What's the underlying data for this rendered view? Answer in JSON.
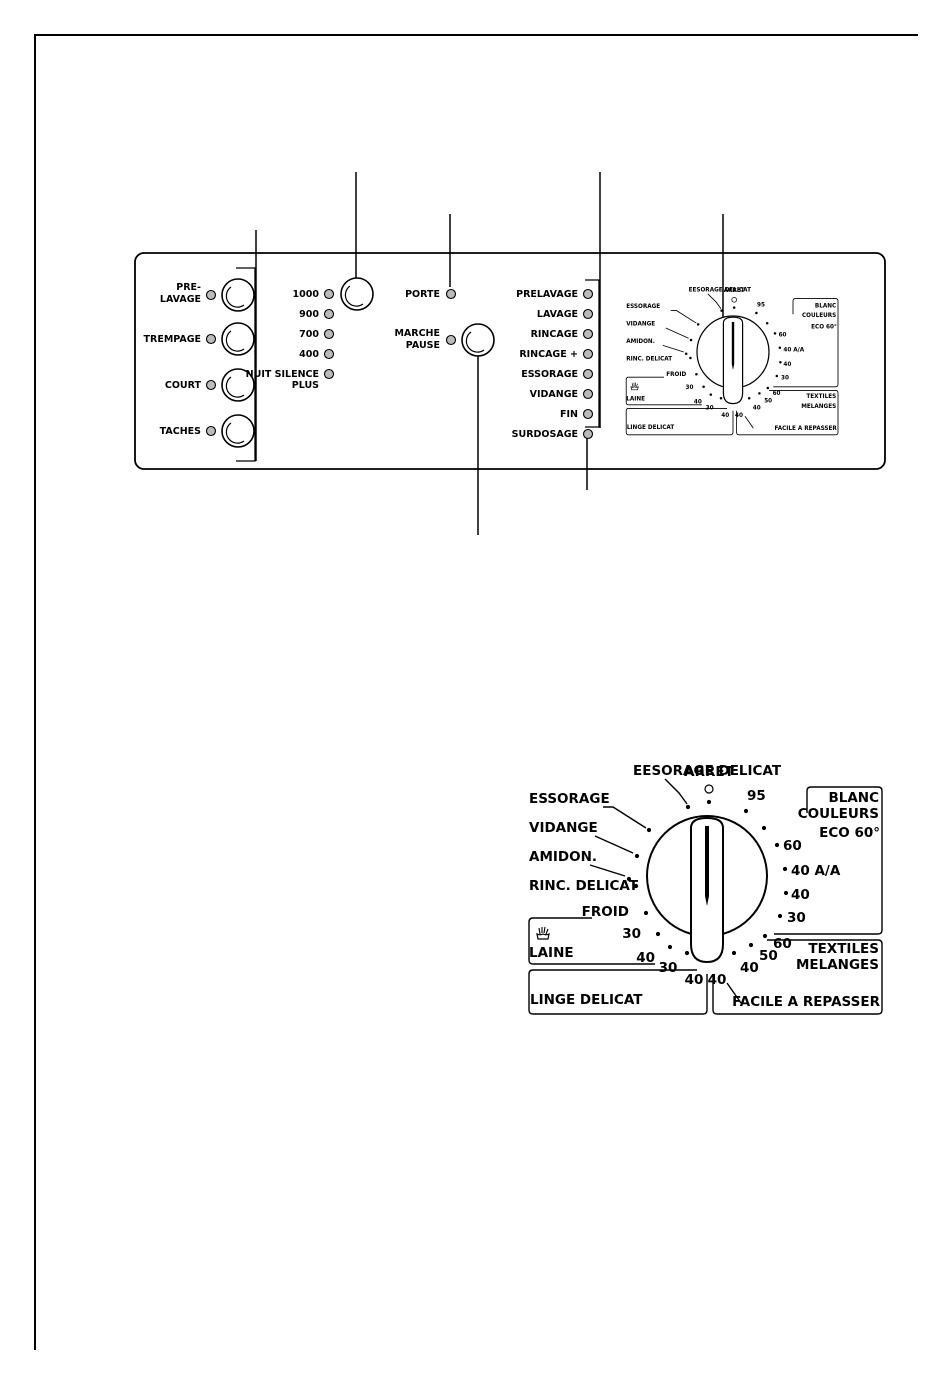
{
  "panel": {
    "options": [
      "PRE-",
      "LAVAGE",
      "TREMPAGE",
      "COURT",
      "TACHES"
    ],
    "spin": [
      "1000",
      "900",
      "700",
      "400",
      "NUIT SILENCE",
      "PLUS"
    ],
    "door": "PORTE",
    "start": [
      "MARCHE",
      "PAUSE"
    ],
    "phases": [
      "PRELAVAGE",
      "LAVAGE",
      "RINCAGE",
      "RINCAGE +",
      "ESSORAGE",
      "VIDANGE",
      "FIN",
      "SURDOSAGE"
    ]
  },
  "dial": {
    "off": "ARRET",
    "left": [
      "EESORAGE DELICAT",
      "ESSORAGE",
      "VIDANGE",
      "AMIDON.",
      "RINC. DELICAT",
      "FROID"
    ],
    "wool": "LAINE",
    "wool_temps": [
      "30",
      "40"
    ],
    "delicate": "LINGE DELICAT",
    "delicate_temps": [
      "30",
      "40"
    ],
    "easy_iron_temp": "40",
    "easy_iron": "FACILE A REPASSER",
    "mixed_temps": [
      "40",
      "50",
      "60"
    ],
    "mixed": [
      "TEXTILES",
      "MELANGES"
    ],
    "cotton": [
      "BLANC",
      "COULEURS"
    ],
    "cotton_temps": [
      "95",
      "ECO 60°",
      "60",
      "40 A/A",
      "40",
      "30"
    ]
  }
}
